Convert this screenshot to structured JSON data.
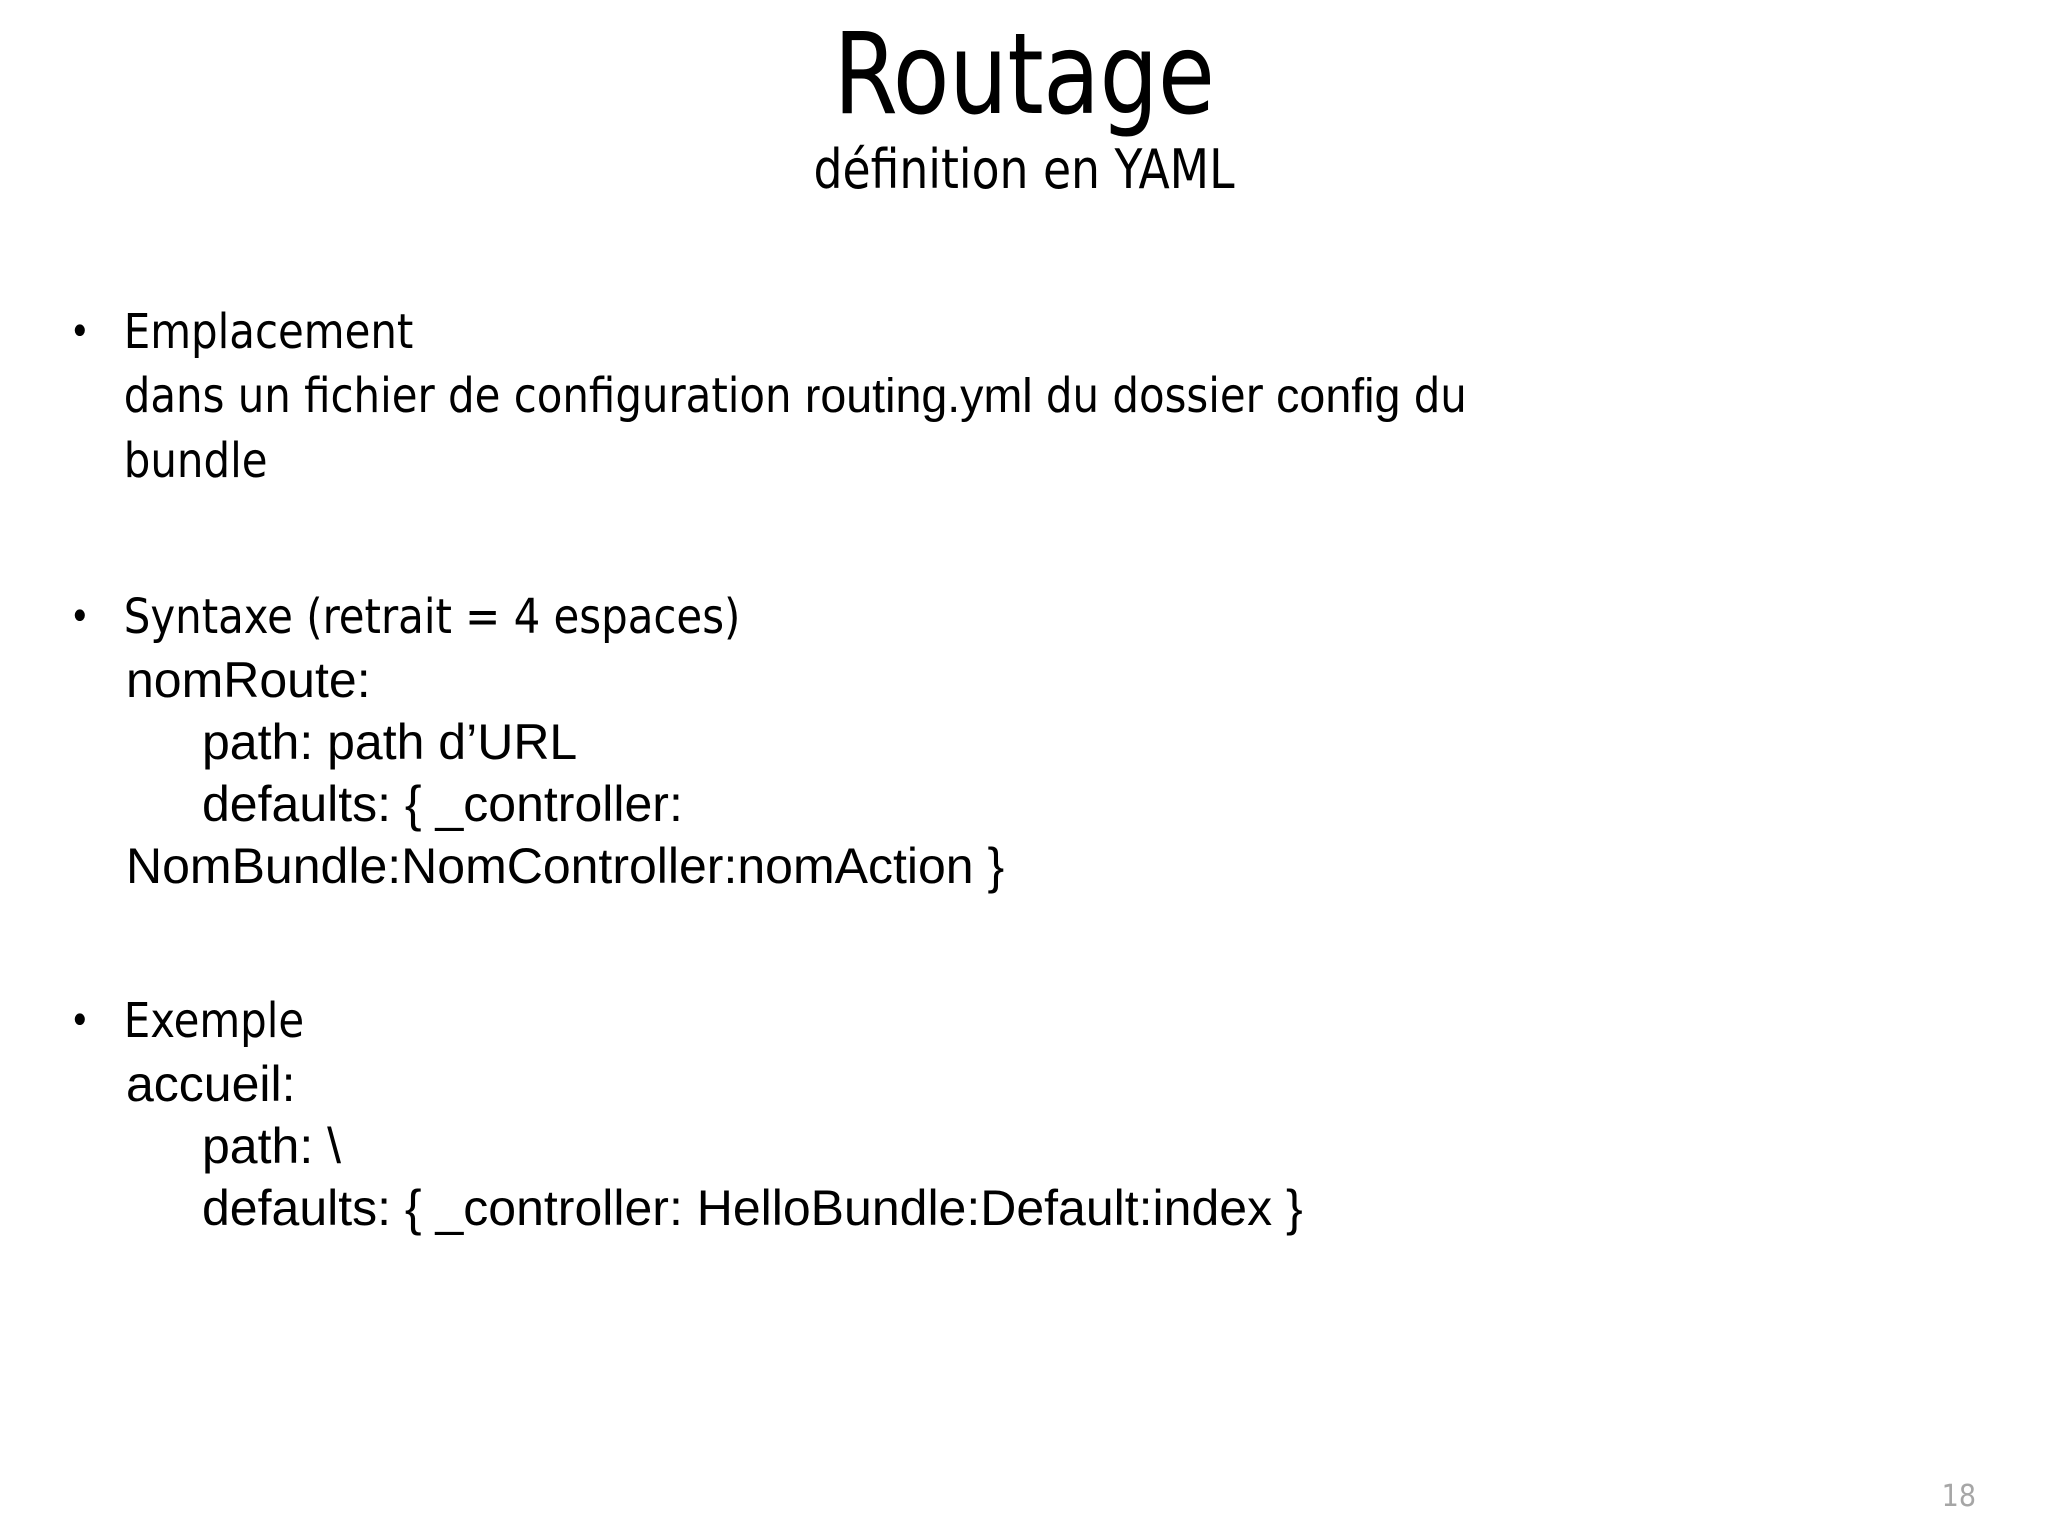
{
  "slide": {
    "title": "Routage",
    "subtitle": "définition en YAML",
    "page_number": "18",
    "page_number_color": "#a6a6a6",
    "text_color": "#000000",
    "background_color": "#ffffff",
    "bullet_glyph": "•"
  },
  "bullets": [
    {
      "id": "emplacement",
      "label": "Emplacement",
      "lines": [
        {
          "kind": "rich",
          "runs": [
            {
              "text": "dans un fichier de configuration ",
              "style": "narrow"
            },
            {
              "text": "routing.yml",
              "style": "code"
            },
            {
              "text": " du dossier ",
              "style": "narrow"
            },
            {
              "text": "config",
              "style": "code"
            },
            {
              "text": " du",
              "style": "narrow"
            }
          ]
        },
        {
          "kind": "plain",
          "text": "bundle",
          "style": "narrow"
        }
      ]
    },
    {
      "id": "syntaxe",
      "label": "Syntaxe (retrait = 4 espaces)",
      "lines": [
        {
          "kind": "code",
          "text": "nomRoute:",
          "indent": 0
        },
        {
          "kind": "code",
          "text": "path: path d’URL",
          "indent": 1
        },
        {
          "kind": "code",
          "text": "defaults: { _controller:",
          "indent": 1
        },
        {
          "kind": "code",
          "text": "NomBundle:NomController:nomAction }",
          "indent": 0
        }
      ]
    },
    {
      "id": "exemple",
      "label": "Exemple",
      "lines": [
        {
          "kind": "code",
          "text": "accueil:",
          "indent": 0
        },
        {
          "kind": "code",
          "text": "path: \\",
          "indent": 1
        },
        {
          "kind": "code",
          "text": "defaults: { _controller: HelloBundle:Default:index }",
          "indent": 1
        }
      ]
    }
  ]
}
